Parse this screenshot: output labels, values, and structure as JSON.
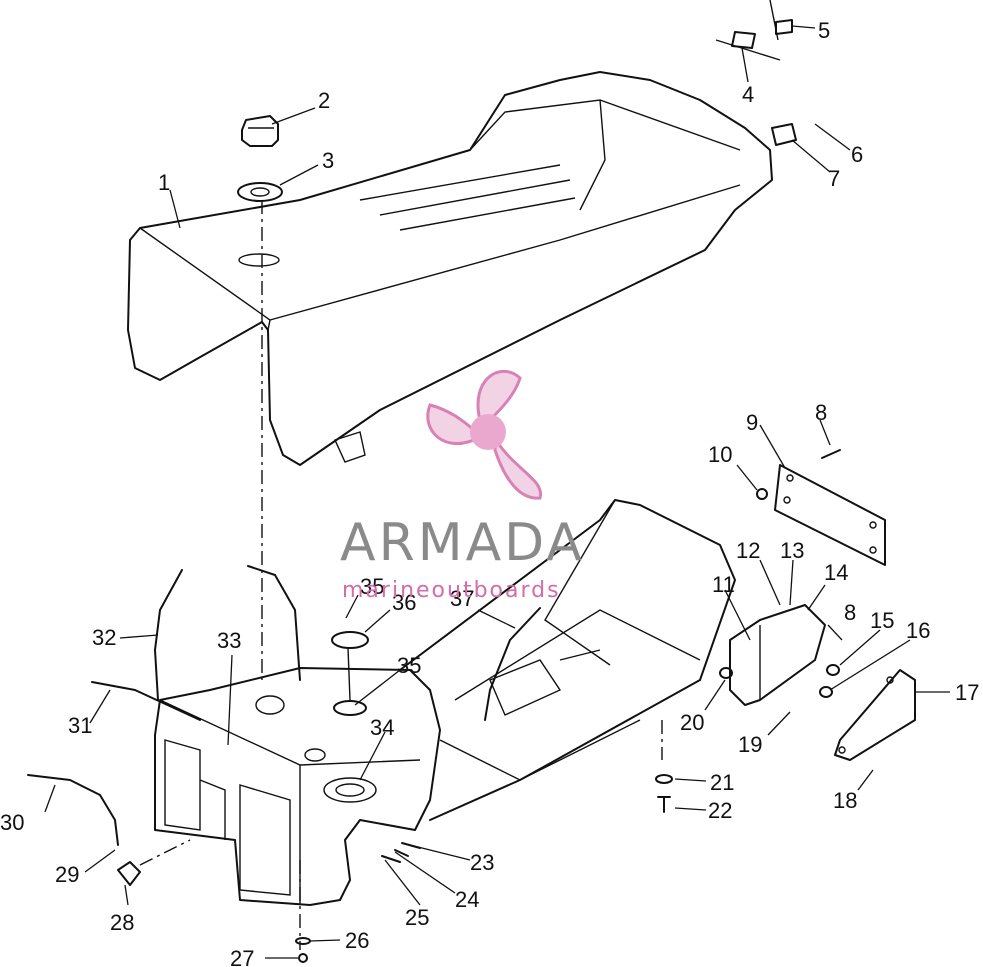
{
  "callouts": [
    {
      "label": "1"
    },
    {
      "label": "2"
    },
    {
      "label": "3"
    },
    {
      "label": "4"
    },
    {
      "label": "5"
    },
    {
      "label": "6"
    },
    {
      "label": "7"
    },
    {
      "label": "8"
    },
    {
      "label": "9"
    },
    {
      "label": "10"
    },
    {
      "label": "11"
    },
    {
      "label": "12"
    },
    {
      "label": "13"
    },
    {
      "label": "14"
    },
    {
      "label": "8"
    },
    {
      "label": "15"
    },
    {
      "label": "16"
    },
    {
      "label": "17"
    },
    {
      "label": "18"
    },
    {
      "label": "19"
    },
    {
      "label": "20"
    },
    {
      "label": "21"
    },
    {
      "label": "22"
    },
    {
      "label": "23"
    },
    {
      "label": "24"
    },
    {
      "label": "25"
    },
    {
      "label": "26"
    },
    {
      "label": "27"
    },
    {
      "label": "28"
    },
    {
      "label": "29"
    },
    {
      "label": "30"
    },
    {
      "label": "31"
    },
    {
      "label": "32"
    },
    {
      "label": "33"
    },
    {
      "label": "34"
    },
    {
      "label": "35"
    },
    {
      "label": "36"
    },
    {
      "label": "35"
    },
    {
      "label": "37"
    }
  ],
  "watermark": {
    "brand": "ARMADA",
    "tagline": "marineoutboards",
    "logo_icon": "propeller-icon",
    "colors": {
      "brand_gray": "#8a8a8a",
      "logo_pink": "#d36ca9"
    }
  }
}
